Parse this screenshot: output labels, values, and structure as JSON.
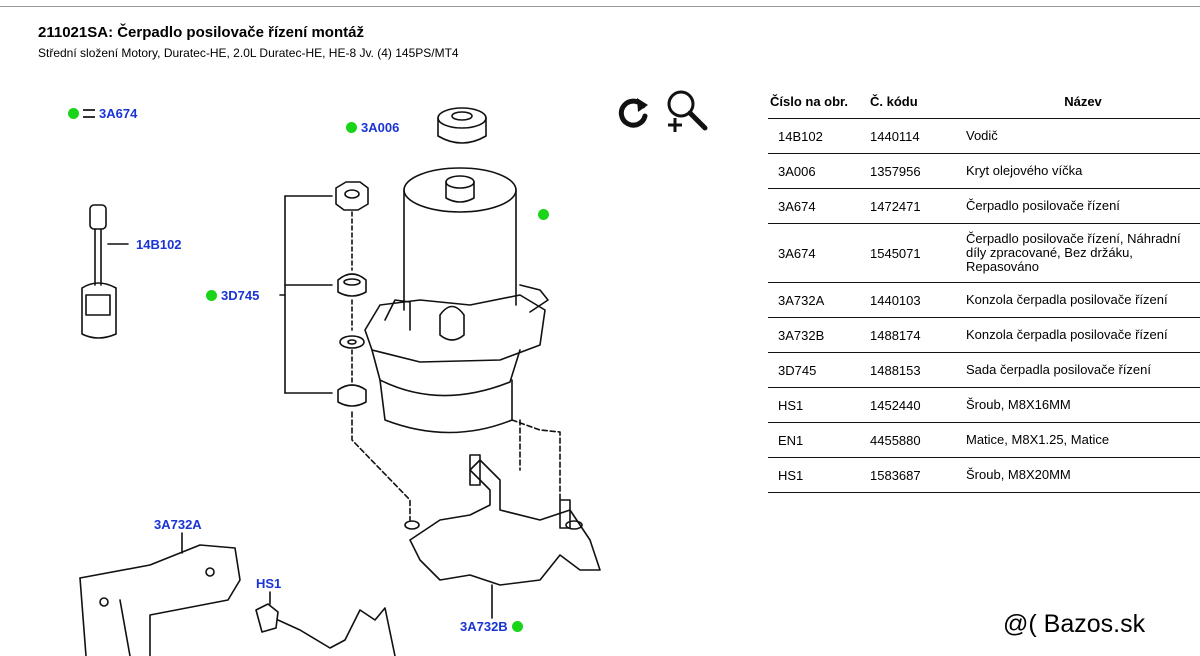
{
  "header": {
    "title": "211021SA: Čerpadlo posilovače řízení montáž",
    "subtitle": "Střední složení Motory, Duratec-HE, 2.0L Duratec-HE, HE-8 Jv. (4) 145PS/MT4"
  },
  "callouts": {
    "c3A674": "3A674",
    "c3A006": "3A006",
    "c14B102": "14B102",
    "c3D745": "3D745",
    "c3A732A": "3A732A",
    "cHS1": "HS1",
    "c3A732B": "3A732B"
  },
  "toolbar": {
    "refresh_icon": "refresh-icon",
    "zoom_icon": "zoom-icon"
  },
  "table": {
    "headers": [
      "Číslo na obr.",
      "Č. kódu",
      "Název"
    ],
    "rows": [
      {
        "ref": "14B102",
        "code": "1440114",
        "name": "Vodič"
      },
      {
        "ref": "3A006",
        "code": "1357956",
        "name": "Kryt olejového víčka"
      },
      {
        "ref": "3A674",
        "code": "1472471",
        "name": "Čerpadlo posilovače řízení"
      },
      {
        "ref": "3A674",
        "code": "1545071",
        "name": "Čerpadlo posilovače řízení, Náhradní díly zpracované, Bez držáku, Repasováno"
      },
      {
        "ref": "3A732A",
        "code": "1440103",
        "name": "Konzola čerpadla posilovače řízení"
      },
      {
        "ref": "3A732B",
        "code": "1488174",
        "name": "Konzola čerpadla posilovače řízení"
      },
      {
        "ref": "3D745",
        "code": "1488153",
        "name": "Sada čerpadla posilovače řízení"
      },
      {
        "ref": "HS1",
        "code": "1452440",
        "name": "Šroub, M8X16MM"
      },
      {
        "ref": "EN1",
        "code": "4455880",
        "name": "Matice, M8X1.25, Matice"
      },
      {
        "ref": "HS1",
        "code": "1583687",
        "name": "Šroub, M8X20MM"
      }
    ]
  },
  "watermark": "@( Bazos.sk",
  "colors": {
    "callout_text": "#1a34d6",
    "marker": "#19d419"
  }
}
